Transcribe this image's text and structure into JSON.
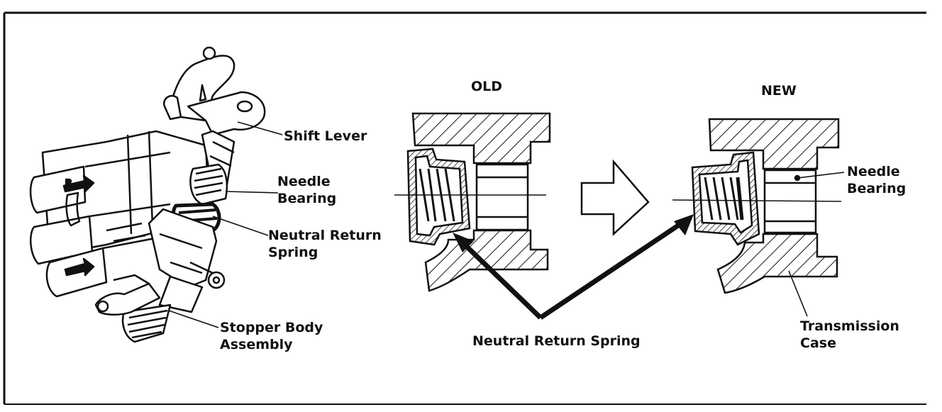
{
  "left_labels": {
    "shift_lever": "Shift Lever",
    "needle_line1": "Needle",
    "needle_line2": "Bearing",
    "nrs_line1": "Neutral Return",
    "nrs_line2": "Spring",
    "stopper_line1": "Stopper Body",
    "stopper_line2": "Assembly"
  },
  "old": {
    "heading": "OLD"
  },
  "new": {
    "heading": "NEW",
    "needle_line1": "Needle",
    "needle_line2": "Bearing",
    "case_line1": "Transmission",
    "case_line2": "Case"
  },
  "center_label": "Neutral Return Spring",
  "colors": {
    "ink": "#111111",
    "background": "#ffffff"
  }
}
